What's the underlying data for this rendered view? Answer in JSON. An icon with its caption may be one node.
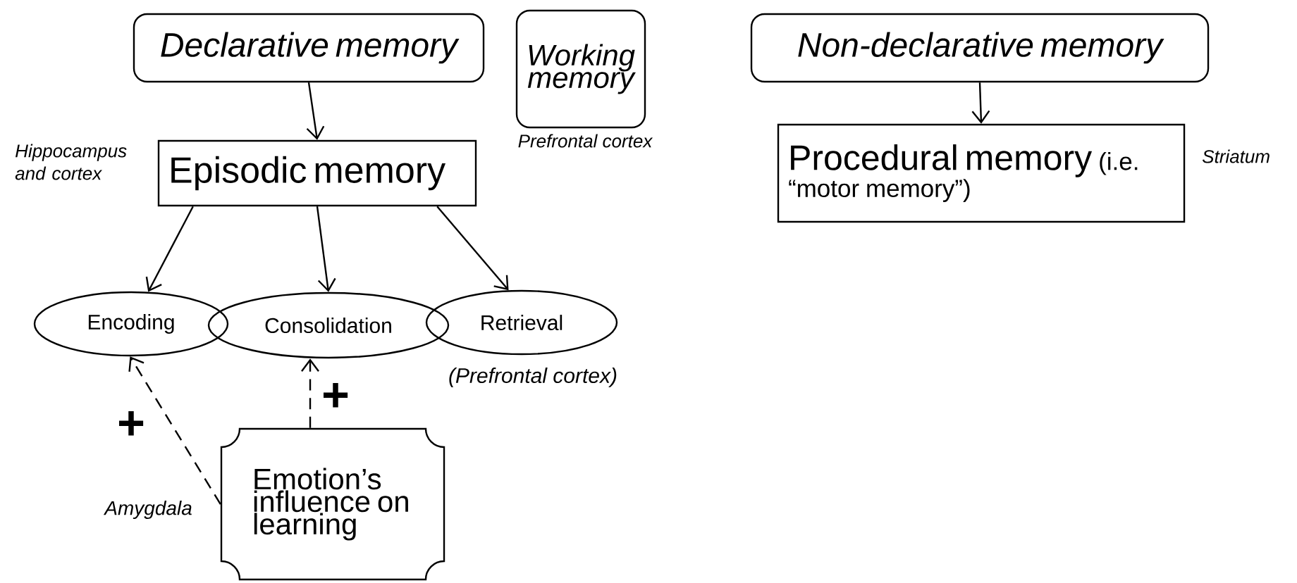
{
  "diagram": {
    "nodes": [
      {
        "text": [
          "Declarative memory"
        ]
      },
      {
        "text": [
          "Working memory"
        ],
        "beside": [
          "Prefrontal cortex"
        ]
      },
      {
        "text": [
          "Non-declarative memory"
        ]
      },
      {
        "text": [
          "Episodic memory"
        ],
        "beside": [
          "Hippocampus and cortex"
        ]
      },
      {
        "text": [
          "Procedural memory",
          "(i.e. “motor memory”)"
        ],
        "beside": [
          "Striatum"
        ]
      },
      {
        "text": [
          "Encoding"
        ]
      },
      {
        "text": [
          "Consolidation"
        ]
      },
      {
        "text": [
          "Retrieval"
        ],
        "beside": [
          "(Prefrontal cortex)"
        ]
      },
      {
        "text": [
          "Emotion’s influence on learning"
        ],
        "beside": [
          "Amygdala"
        ]
      }
    ],
    "edges": [
      {
        "from": 0,
        "to": 3,
        "arrow": "to"
      },
      {
        "from": 2,
        "to": 4,
        "arrow": "to"
      },
      {
        "from": 3,
        "to": 5,
        "arrow": "to"
      },
      {
        "from": 3,
        "to": 6,
        "arrow": "to"
      },
      {
        "from": 3,
        "to": 7,
        "arrow": "to"
      },
      {
        "from": 8,
        "to": 5,
        "arrow": "to",
        "style": "dashed",
        "label": "+"
      },
      {
        "from": 8,
        "to": 6,
        "arrow": "to",
        "style": "dashed",
        "label": "+"
      }
    ]
  }
}
